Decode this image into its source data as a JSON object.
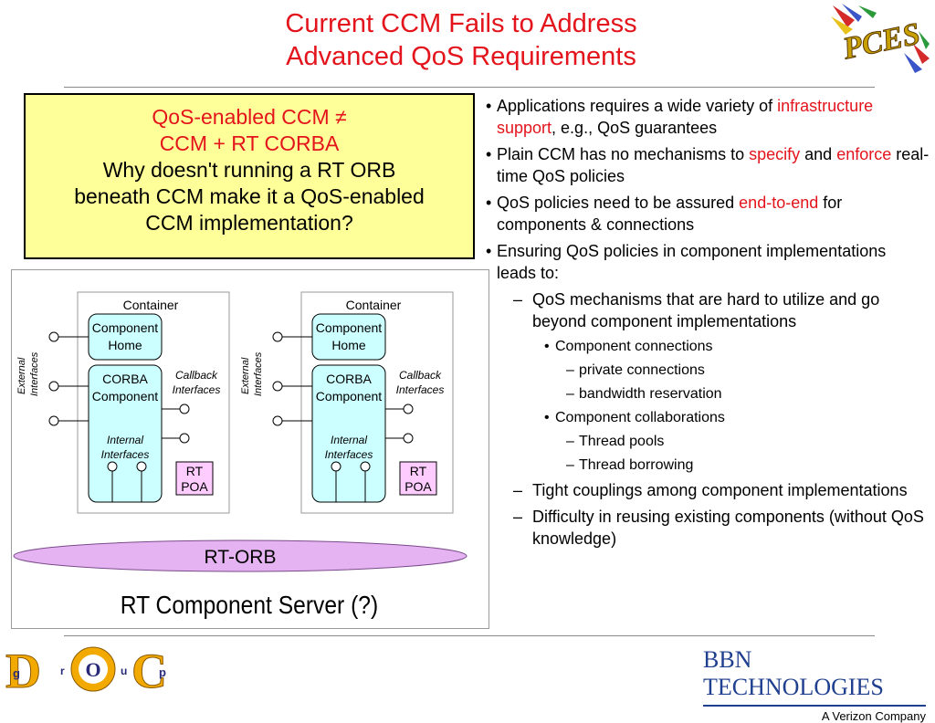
{
  "title": {
    "line1": "Current CCM Fails to Address",
    "line2": "Advanced QoS Requirements"
  },
  "callout": {
    "line1": "QoS-enabled CCM ≠",
    "line2": "CCM + RT CORBA",
    "line3": "Why doesn't running a RT ORB",
    "line4": "beneath CCM make it a QoS-enabled",
    "line5": "CCM implementation?"
  },
  "diagram": {
    "container_label": "Container",
    "component_home": [
      "Component",
      "Home"
    ],
    "corba_component": [
      "CORBA",
      "Component"
    ],
    "internal_interfaces": [
      "Internal",
      "Interfaces"
    ],
    "callback_interfaces": [
      "Callback",
      "Interfaces"
    ],
    "external_interfaces": [
      "External",
      "Interfaces"
    ],
    "rt_poa": [
      "RT",
      "POA"
    ],
    "rt_orb": "RT-ORB",
    "server_label": "RT Component Server (?)"
  },
  "bullets": {
    "b1": {
      "pre": "Applications requires a wide variety of ",
      "hl": "infrastructure support",
      "post": ", e.g., QoS guarantees"
    },
    "b2": {
      "pre": "Plain CCM has no mechanisms to ",
      "hl1": "specify",
      "mid": " and ",
      "hl2": "enforce",
      "post": " real-time QoS policies"
    },
    "b3": {
      "pre": "QoS policies need to be assured ",
      "hl": "end-to-end",
      "post": " for components & connections"
    },
    "b4": {
      "text": "Ensuring QoS policies in component implementations leads to:"
    },
    "s1": "QoS mechanisms that are hard to utilize and go beyond component implementations",
    "s1a": "Component connections",
    "s1a1": "private connections",
    "s1a2": "bandwidth reservation",
    "s1b": "Component collaborations",
    "s1b1": "Thread pools",
    "s1b2": "Thread borrowing",
    "s2": "Tight couplings among component implementations",
    "s3": "Difficulty in reusing existing components (without QoS  knowledge)"
  },
  "logos": {
    "pces": "PCES",
    "doc": {
      "letter_d": "D",
      "letter_o": "O",
      "letter_c": "C",
      "g": "g",
      "r": "r",
      "u": "u",
      "p": "p"
    },
    "bbn": {
      "name": "BBN TECHNOLOGIES",
      "sub": "A Verizon Company"
    }
  },
  "colors": {
    "title_red": "#e3141b",
    "callout_yellow": "#ffff99",
    "component_cyan": "#ccffff",
    "poa_pink": "#ffccff",
    "orb_violet": "#e6b3f2",
    "bbn_blue": "#1f3f8f"
  }
}
